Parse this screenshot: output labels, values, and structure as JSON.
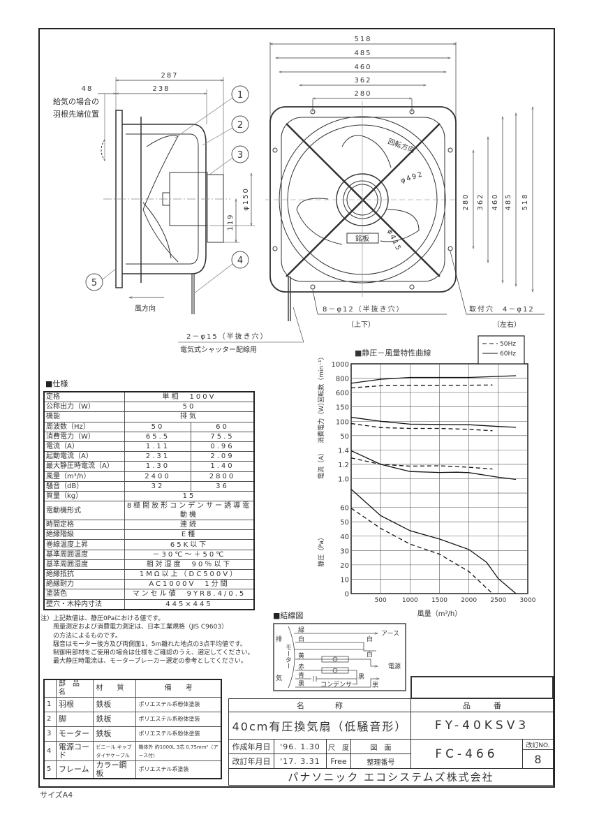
{
  "side_view": {
    "dims": {
      "d287": "287",
      "d238": "238",
      "d48": "48",
      "d150": "φ150",
      "d119": "119"
    },
    "note_line1": "給気の場合の",
    "note_line2": "羽根先端位置",
    "callouts": [
      "1",
      "2",
      "3",
      "4",
      "5"
    ],
    "wind_direction": "風方向",
    "shutter_hole": "2－φ15（半抜き穴）",
    "shutter_note": "電気式シャッター配線用"
  },
  "front_view": {
    "top_dims": [
      "518",
      "485",
      "460",
      "362",
      "280"
    ],
    "right_dims": [
      "280",
      "362",
      "460",
      "485",
      "518"
    ],
    "rotation": "回転方向",
    "nameplate": "銘板",
    "d492": "φ492",
    "d415": "φ415",
    "half_holes": "8－φ12（半抜き穴）",
    "half_holes_pos": "（上下）",
    "mount_holes": "取付穴　4－φ12",
    "mount_holes_pos": "（左右）"
  },
  "spec": {
    "heading": "■仕様",
    "rows": [
      {
        "label": "定格",
        "value": "単相　100V"
      },
      {
        "label": "公称出力（W）",
        "value": "50"
      },
      {
        "label": "機能",
        "value": "排気"
      },
      {
        "label": "周波数（Hz）",
        "v50": "50",
        "v60": "60"
      },
      {
        "label": "消費電力（W）",
        "v50": "65.5",
        "v60": "75.5"
      },
      {
        "label": "電流（A）",
        "v50": "1.11",
        "v60": "0.96"
      },
      {
        "label": "起動電流（A）",
        "v50": "2.31",
        "v60": "2.09"
      },
      {
        "label": "最大静圧時電流（A）",
        "v50": "1.30",
        "v60": "1.40"
      },
      {
        "label": "風量（m³/h）",
        "v50": "2400",
        "v60": "2800"
      },
      {
        "label": "騒音（dB）",
        "v50": "32",
        "v60": "36"
      },
      {
        "label": "質量（kg）",
        "value": "15"
      },
      {
        "label": "電動機形式",
        "value": "8極開放形コンデンサー誘導電動機"
      },
      {
        "label": "時間定格",
        "value": "連続"
      },
      {
        "label": "絶縁階級",
        "value": "E種"
      },
      {
        "label": "巻線温度上昇",
        "value": "65K以下"
      },
      {
        "label": "基準周囲温度",
        "value": "－30℃～＋50℃"
      },
      {
        "label": "基準周囲湿度",
        "value": "相対湿度　90％以下"
      },
      {
        "label": "絶縁抵抗",
        "value": "1MΩ以上（DC500V）"
      },
      {
        "label": "絶縁耐力",
        "value": "AC1000V　1分間"
      },
      {
        "label": "塗装色",
        "value": "マンセル値　9YR8.4/0.5"
      },
      {
        "label": "壁穴・木枠内寸法",
        "value": "445×445"
      }
    ]
  },
  "notes": [
    "注）上記数値は、静圧0Paにおける値です。",
    "　　風量測定および消費電力測定は、日本工業規格（JIS C9603）",
    "　　の方法によるものです。",
    "　　騒音はモーター後方及び両側面1，5m離れた地点の3点平均値です。",
    "　　制御用部材をご使用の場合は仕様をご確認のうえ、選定してください。",
    "　　最大静圧時電流は、モーターブレーカー選定の参考としてください。"
  ],
  "parts": {
    "headers": [
      "部　品　名",
      "材　　質",
      "備　　考"
    ],
    "rows": [
      {
        "no": "1",
        "name": "羽根",
        "material": "鉄板",
        "remark": "ポリエステル系粉体塗装"
      },
      {
        "no": "2",
        "name": "脚",
        "material": "鉄板",
        "remark": "ポリエステル系粉体塗装"
      },
      {
        "no": "3",
        "name": "モーター",
        "material": "鉄板",
        "remark": "ポリエステル系粉体塗装"
      },
      {
        "no": "4",
        "name": "電源コード",
        "material": "ビニール キャブタイヤケーブル",
        "remark": "機体外 約1000L 3芯 0.75mm²（アース付）"
      },
      {
        "no": "5",
        "name": "フレーム",
        "material": "カラー鋼板",
        "remark": "ポリエステル系塗装"
      }
    ]
  },
  "wiring": {
    "heading": "■結線図",
    "exhaust_top": "排",
    "exhaust_bottom": "気",
    "motor": "モーター",
    "wires": [
      "緑",
      "白",
      "黄",
      "赤",
      "青",
      "黒"
    ],
    "earth": "アース",
    "white1": "白",
    "white2": "白",
    "power": "電源",
    "black1": "黒",
    "black2": "黒",
    "capacitor": "コンデンサー"
  },
  "title_block": {
    "name_header": "名　　　　称",
    "part_no_header": "品　　　番",
    "product_name": "40cm有圧換気扇（低騒音形）",
    "part_no": "FY-40KSV3",
    "created_label": "作成年月日",
    "created": "'96. 1.30",
    "revised_label": "改訂年月日",
    "revised": "'17. 3.31",
    "scale_label": "尺　度",
    "scale": "Free",
    "drawing_label": "図　面",
    "drawing_label2": "整理番号",
    "drawing_no": "FC-466",
    "rev_label": "改訂NO.",
    "rev": "8",
    "company": "パナソニック エコシステムズ株式会社"
  },
  "paper_size": "サイズA4",
  "chart_data": {
    "type": "line",
    "title": "■静圧－風量特性曲線",
    "xlabel": "風量（m³/h）",
    "xlim": [
      0,
      3000
    ],
    "xticks": [
      "500",
      "1000",
      "1500",
      "2000",
      "2500",
      "3000"
    ],
    "legend": [
      "50Hz",
      "60Hz"
    ],
    "legend_placement": "top-right",
    "panels": [
      {
        "name": "rpm",
        "ylabel": "回転数（min⁻¹）",
        "yticks": [
          "1000",
          "800",
          "600"
        ],
        "ylim": [
          600,
          1000
        ],
        "series": [
          {
            "name": "50Hz",
            "points": [
              [
                0,
                665
              ],
              [
                500,
                695
              ],
              [
                1000,
                700
              ],
              [
                1500,
                700
              ],
              [
                2000,
                702
              ],
              [
                2400,
                705
              ]
            ]
          },
          {
            "name": "60Hz",
            "points": [
              [
                0,
                730
              ],
              [
                500,
                785
              ],
              [
                1000,
                810
              ],
              [
                1500,
                810
              ],
              [
                2000,
                810
              ],
              [
                2500,
                825
              ],
              [
                2800,
                835
              ]
            ]
          }
        ]
      },
      {
        "name": "power",
        "ylabel": "消費電力（W）",
        "yticks": [
          "150",
          "100",
          "50"
        ],
        "ylim": [
          50,
          150
        ],
        "series": [
          {
            "name": "50Hz",
            "points": [
              [
                0,
                92
              ],
              [
                500,
                78
              ],
              [
                1000,
                75
              ],
              [
                1500,
                75
              ],
              [
                2000,
                72
              ],
              [
                2400,
                67
              ]
            ]
          },
          {
            "name": "60Hz",
            "points": [
              [
                0,
                114
              ],
              [
                500,
                100
              ],
              [
                1000,
                90
              ],
              [
                1500,
                89
              ],
              [
                2000,
                88
              ],
              [
                2500,
                82
              ],
              [
                2800,
                79
              ]
            ]
          }
        ]
      },
      {
        "name": "current",
        "ylabel": "電流（A）",
        "yticks": [
          "1.4",
          "1.2",
          "1.0"
        ],
        "ylim": [
          1.0,
          1.4
        ],
        "series": [
          {
            "name": "50Hz",
            "points": [
              [
                0,
                1.29
              ],
              [
                500,
                1.2
              ],
              [
                1000,
                1.175
              ],
              [
                1500,
                1.18
              ],
              [
                2000,
                1.16
              ],
              [
                2400,
                1.135
              ]
            ]
          },
          {
            "name": "60Hz",
            "points": [
              [
                0,
                1.39
              ],
              [
                500,
                1.2
              ],
              [
                1000,
                1.1
              ],
              [
                1500,
                1.087
              ],
              [
                1800,
                1.09
              ],
              [
                2000,
                1.085
              ],
              [
                2500,
                1.02
              ],
              [
                2800,
                0.99
              ]
            ]
          }
        ]
      },
      {
        "name": "pressure",
        "ylabel": "静圧（Pa）",
        "yticks": [
          "60",
          "50",
          "40",
          "30",
          "20",
          "10",
          "0"
        ],
        "ylim": [
          0,
          60
        ],
        "series": [
          {
            "name": "50Hz",
            "points": [
              [
                0,
                59.5
              ],
              [
                500,
                45.4
              ],
              [
                1000,
                34.5
              ],
              [
                1500,
                27.5
              ],
              [
                2000,
                15.3
              ],
              [
                2400,
                0
              ]
            ]
          },
          {
            "name": "60Hz",
            "points": [
              [
                0,
                72.7
              ],
              [
                500,
                54.3
              ],
              [
                1000,
                43.8
              ],
              [
                1500,
                38
              ],
              [
                2000,
                30.7
              ],
              [
                2300,
                21.8
              ],
              [
                2500,
                10.4
              ],
              [
                2800,
                0
              ]
            ]
          }
        ]
      }
    ]
  }
}
